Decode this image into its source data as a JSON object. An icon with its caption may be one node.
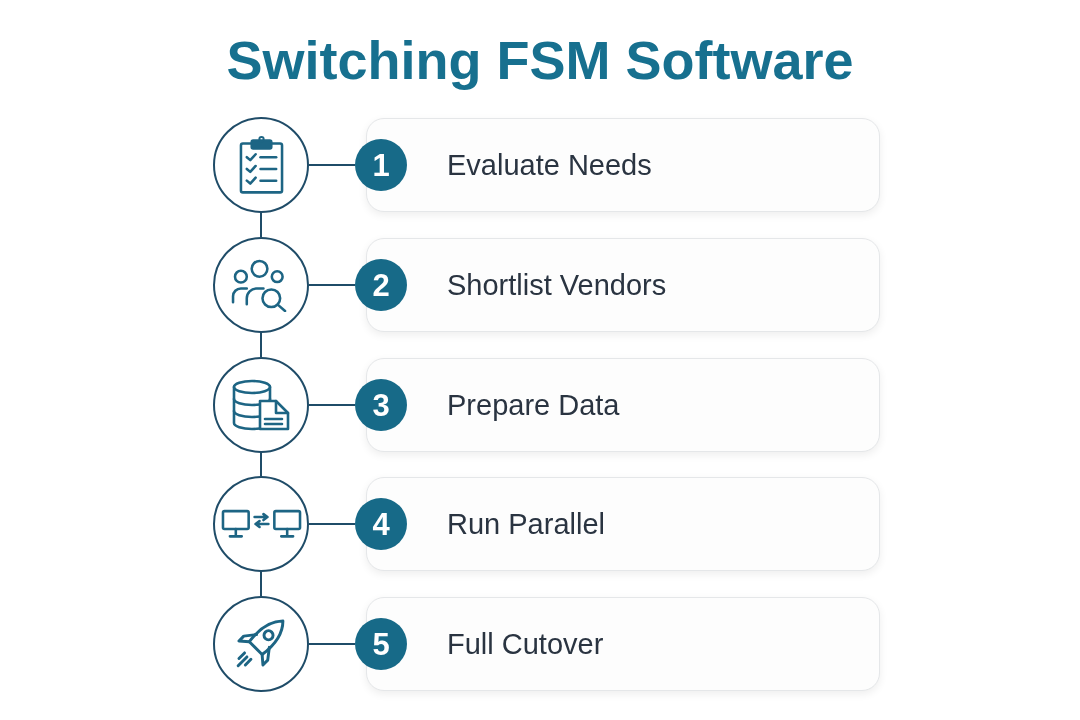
{
  "diagram": {
    "title": "Switching FSM Software",
    "nodes": [
      {
        "text": [],
        "shape": "circle"
      },
      {
        "text": [
          "1"
        ]
      },
      {
        "text": [
          "Evaluate Needs"
        ]
      },
      {
        "text": [],
        "shape": "circle"
      },
      {
        "text": [
          "2"
        ]
      },
      {
        "text": [
          "Shortlist Vendors"
        ]
      },
      {
        "text": [],
        "shape": "circle"
      },
      {
        "text": [
          "3"
        ]
      },
      {
        "text": [
          "Prepare Data"
        ]
      },
      {
        "text": [],
        "shape": "circle"
      },
      {
        "text": [
          "4"
        ]
      },
      {
        "text": [
          "Run Parallel"
        ]
      },
      {
        "text": [],
        "shape": "circle"
      },
      {
        "text": [
          "5"
        ]
      },
      {
        "text": [
          "Full Cutover"
        ]
      }
    ],
    "edges": [
      {
        "from": 0,
        "to": 1,
        "arrow": "none"
      },
      {
        "from": 0,
        "to": 3,
        "arrow": "none"
      },
      {
        "from": 3,
        "to": 4,
        "arrow": "none"
      },
      {
        "from": 3,
        "to": 6,
        "arrow": "none"
      },
      {
        "from": 6,
        "to": 7,
        "arrow": "none"
      },
      {
        "from": 6,
        "to": 9,
        "arrow": "none"
      },
      {
        "from": 9,
        "to": 10,
        "arrow": "none"
      },
      {
        "from": 9,
        "to": 12,
        "arrow": "none"
      },
      {
        "from": 12,
        "to": 13,
        "arrow": "none"
      }
    ]
  }
}
